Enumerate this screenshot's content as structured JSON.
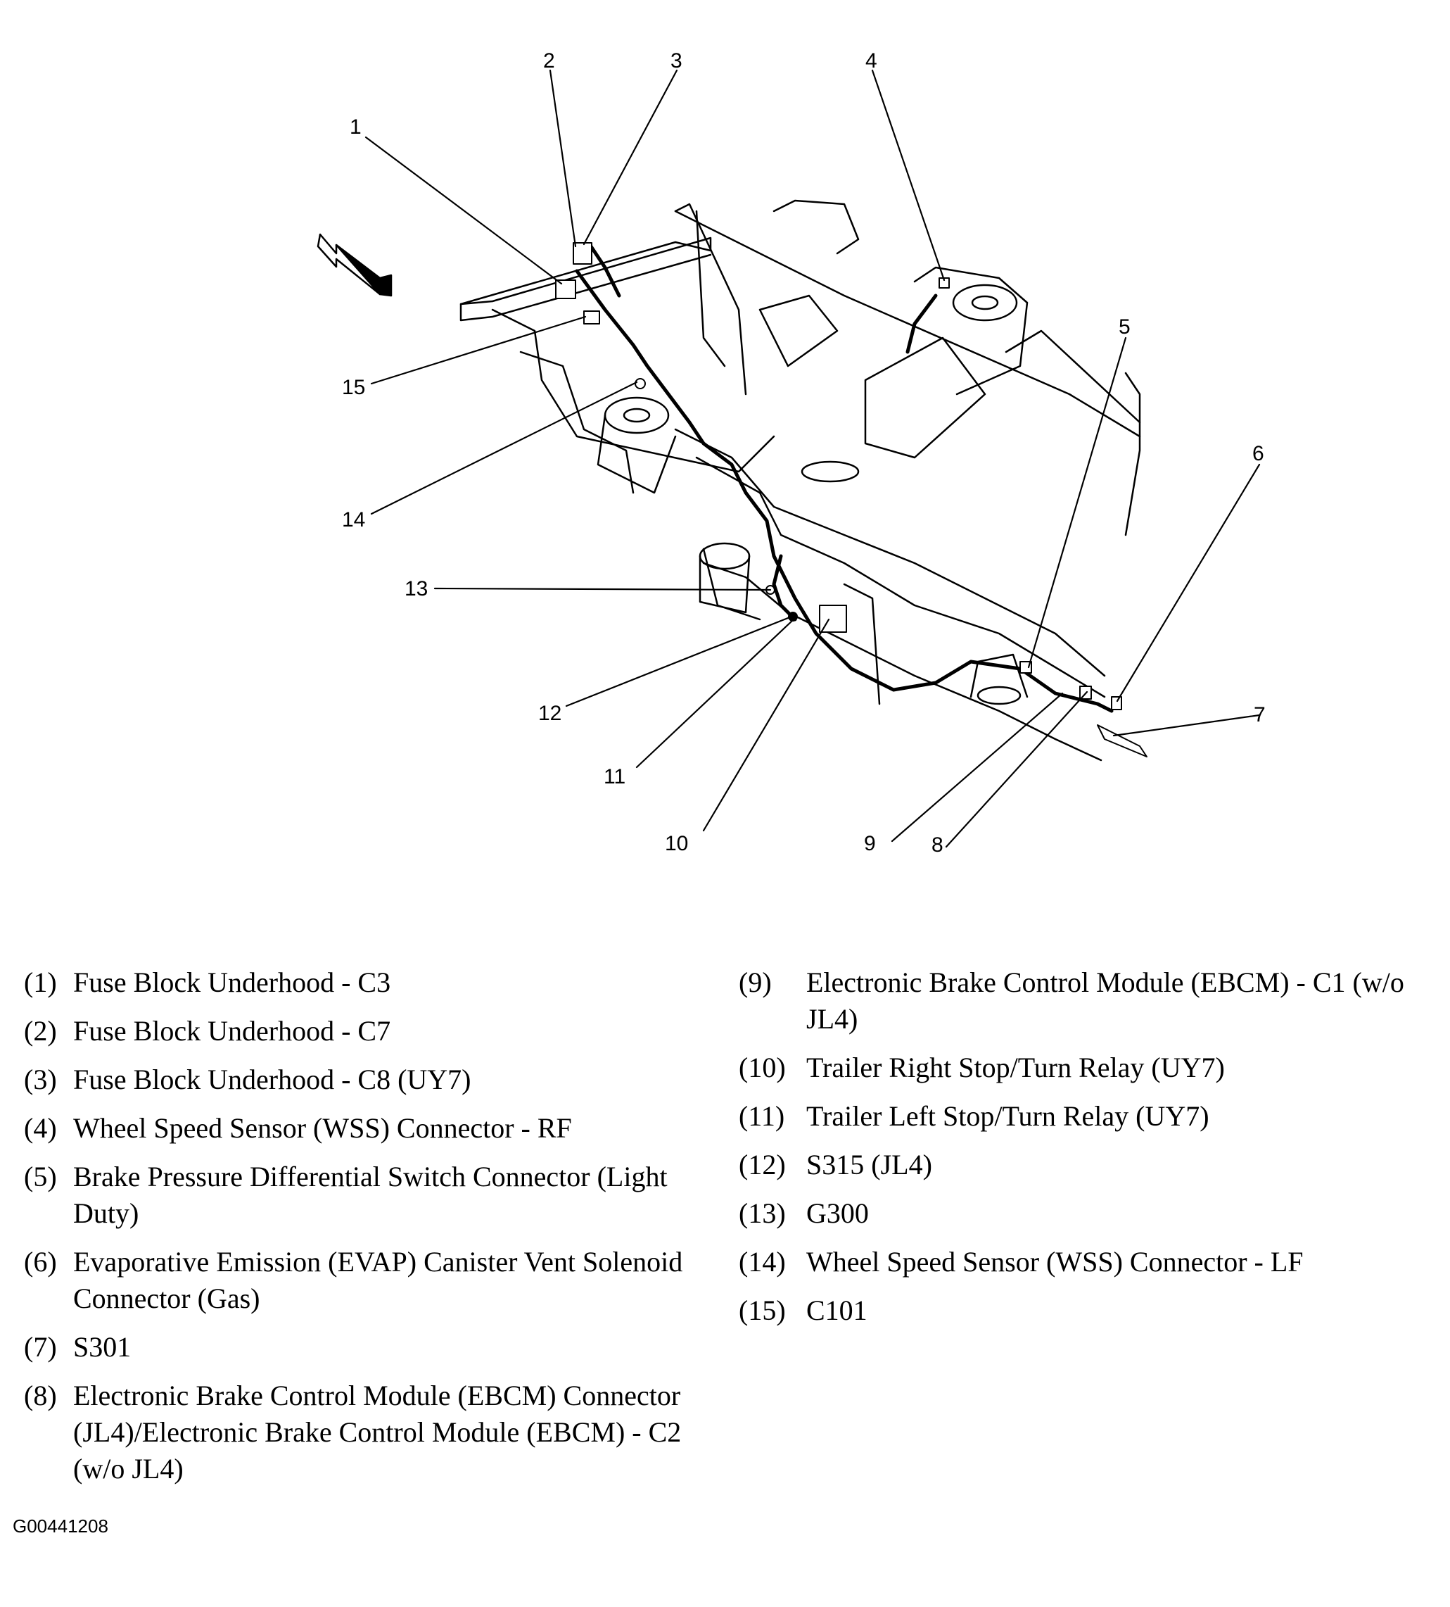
{
  "callouts": [
    "1",
    "2",
    "3",
    "4",
    "5",
    "6",
    "7",
    "8",
    "9",
    "10",
    "11",
    "12",
    "13",
    "14",
    "15"
  ],
  "legend_left": [
    {
      "num": "(1)",
      "text": "Fuse Block Underhood - C3"
    },
    {
      "num": "(2)",
      "text": "Fuse Block Underhood - C7"
    },
    {
      "num": "(3)",
      "text": "Fuse Block Underhood - C8 (UY7)"
    },
    {
      "num": "(4)",
      "text": "Wheel Speed Sensor (WSS) Connector - RF"
    },
    {
      "num": "(5)",
      "text": "Brake Pressure Differential Switch Connector (Light Duty)"
    },
    {
      "num": "(6)",
      "text": "Evaporative Emission (EVAP) Canister Vent Solenoid Connector (Gas)"
    },
    {
      "num": "(7)",
      "text": "S301"
    },
    {
      "num": "(8)",
      "text": "Electronic Brake Control Module (EBCM) Connector (JL4)/Electronic Brake Control Module (EBCM) - C2 (w/o JL4)"
    }
  ],
  "legend_right": [
    {
      "num": "(9)",
      "text": "Electronic Brake Control Module (EBCM) - C1 (w/o JL4)"
    },
    {
      "num": "(10)",
      "text": "Trailer Right Stop/Turn Relay (UY7)"
    },
    {
      "num": "(11)",
      "text": "Trailer Left Stop/Turn Relay (UY7)"
    },
    {
      "num": "(12)",
      "text": "S315 (JL4)"
    },
    {
      "num": "(13)",
      "text": "G300"
    },
    {
      "num": "(14)",
      "text": "Wheel Speed Sensor (WSS) Connector - LF"
    },
    {
      "num": "(15)",
      "text": "C101"
    }
  ],
  "figure_id": "G00441208"
}
